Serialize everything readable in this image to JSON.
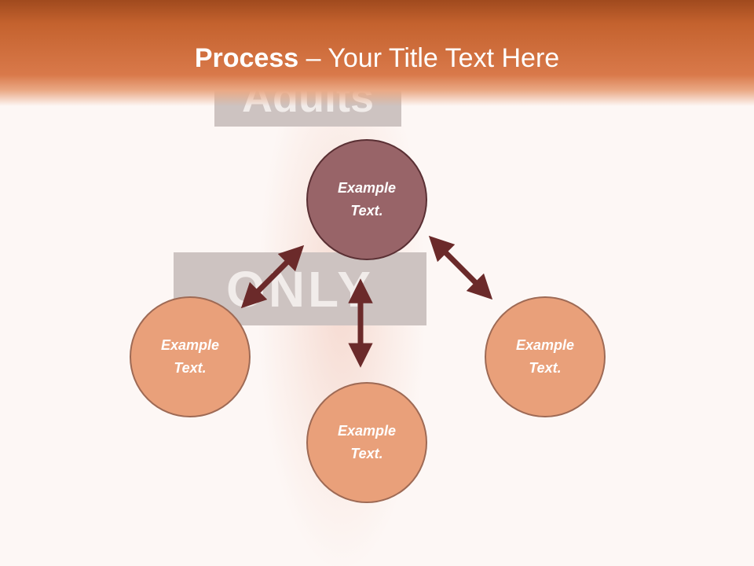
{
  "slide": {
    "title_bold": "Process",
    "title_rest": " – Your Title Text Here"
  },
  "background": {
    "sign_top": "Adults",
    "sign_middle": "ONLY"
  },
  "diagram": {
    "center_node": {
      "label": "Example Text."
    },
    "left_node": {
      "label": "Example Text."
    },
    "bottom_node": {
      "label": "Example Text."
    },
    "right_node": {
      "label": "Example Text."
    }
  },
  "colors": {
    "header": "#c4622e",
    "center_fill": "#986468",
    "outer_fill": "#e9a07a",
    "arrow": "#6b2a2a"
  }
}
